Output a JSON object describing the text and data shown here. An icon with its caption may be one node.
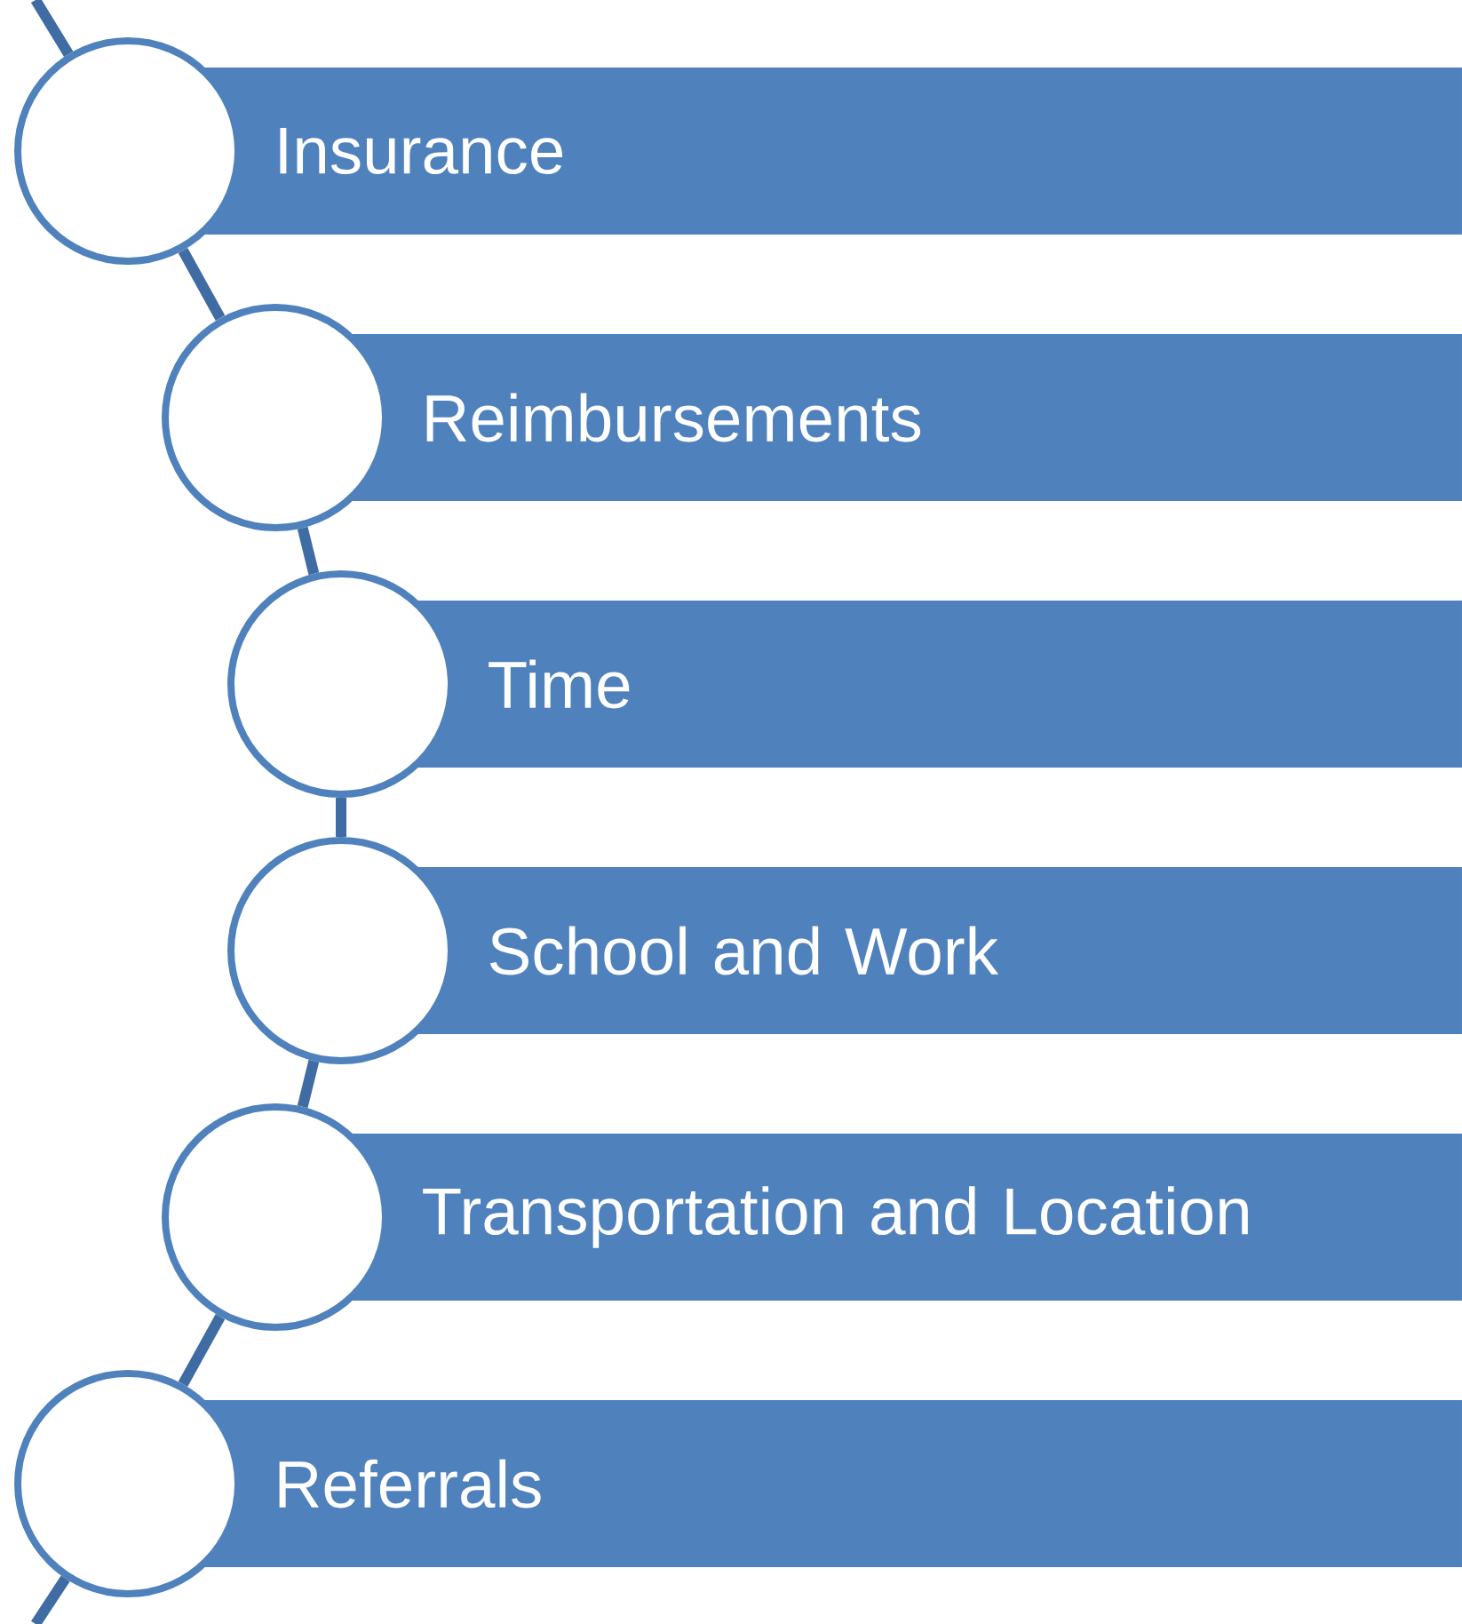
{
  "diagram": {
    "nodes": [
      {
        "text": [],
        "shape": "circle"
      },
      {
        "text": [
          "Insurance"
        ]
      },
      {
        "text": [],
        "shape": "circle"
      },
      {
        "text": [
          "Reimbursements"
        ]
      },
      {
        "text": [],
        "shape": "circle"
      },
      {
        "text": [
          "Time"
        ]
      },
      {
        "text": [],
        "shape": "circle"
      },
      {
        "text": [
          "School and Work"
        ]
      },
      {
        "text": [],
        "shape": "circle"
      },
      {
        "text": [
          "Transportation and Location"
        ]
      },
      {
        "text": [],
        "shape": "circle"
      },
      {
        "text": [
          "Referrals"
        ]
      }
    ],
    "edges": [
      {
        "from": null,
        "to": 0,
        "arrow": "none"
      },
      {
        "from": 0,
        "to": 2,
        "arrow": "none"
      },
      {
        "from": 2,
        "to": 4,
        "arrow": "none"
      },
      {
        "from": 4,
        "to": 6,
        "arrow": "none"
      },
      {
        "from": 6,
        "to": 8,
        "arrow": "none"
      },
      {
        "from": 8,
        "to": 10,
        "arrow": "none"
      },
      {
        "from": 10,
        "to": null,
        "arrow": "none"
      }
    ]
  }
}
